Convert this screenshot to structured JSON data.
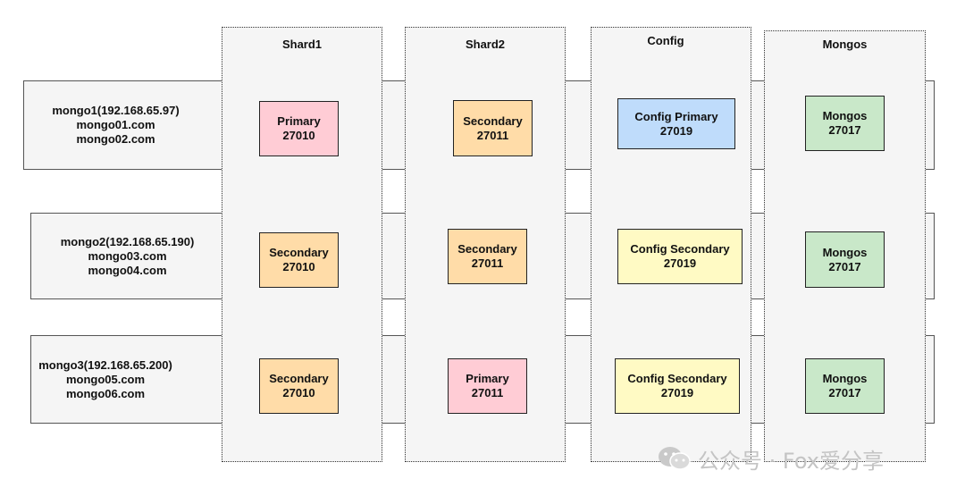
{
  "hosts": [
    {
      "lines": [
        "mongo1(192.168.65.97)",
        "mongo01.com",
        "mongo02.com"
      ]
    },
    {
      "lines": [
        "mongo2(192.168.65.190)",
        "mongo03.com",
        "mongo04.com"
      ]
    },
    {
      "lines": [
        "mongo3(192.168.65.200)",
        "mongo05.com",
        "mongo06.com"
      ]
    }
  ],
  "columns": [
    {
      "title": "Shard1",
      "nodes": [
        {
          "role": "Primary",
          "port": "27010",
          "color": "#ffccd5"
        },
        {
          "role": "Secondary",
          "port": "27010",
          "color": "#ffdca8"
        },
        {
          "role": "Secondary",
          "port": "27010",
          "color": "#ffdca8"
        }
      ]
    },
    {
      "title": "Shard2",
      "nodes": [
        {
          "role": "Secondary",
          "port": "27011",
          "color": "#ffdca8"
        },
        {
          "role": "Secondary",
          "port": "27011",
          "color": "#ffdca8"
        },
        {
          "role": "Primary",
          "port": "27011",
          "color": "#ffccd5"
        }
      ]
    },
    {
      "title": "Config",
      "nodes": [
        {
          "role": "Config Primary",
          "port": "27019",
          "color": "#bfdcfb"
        },
        {
          "role": "Config Secondary",
          "port": "27019",
          "color": "#fffac4"
        },
        {
          "role": "Config Secondary",
          "port": "27019",
          "color": "#fffac4"
        }
      ]
    },
    {
      "title": "Mongos",
      "nodes": [
        {
          "role": "Mongos",
          "port": "27017",
          "color": "#c9e8c9"
        },
        {
          "role": "Mongos",
          "port": "27017",
          "color": "#c9e8c9"
        },
        {
          "role": "Mongos",
          "port": "27017",
          "color": "#c9e8c9"
        }
      ]
    }
  ],
  "watermark": {
    "text": "公众号 · Fox爱分享",
    "icon": "wechat-icon"
  }
}
